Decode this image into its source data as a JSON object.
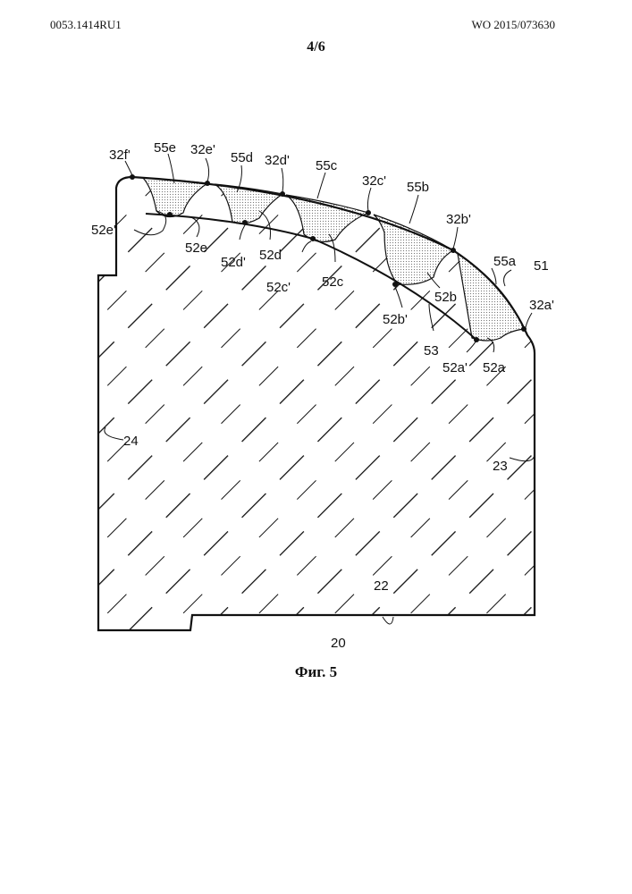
{
  "header": {
    "left": "0053.1414RU1",
    "right": "WO 2015/073630"
  },
  "sheet_number": "4/6",
  "caption": "Фиг. 5",
  "labels": {
    "l32f": "32f'",
    "l55e": "55e",
    "l32e": "32e'",
    "l55d": "55d",
    "l32d": "32d'",
    "l55c": "55c",
    "l32c": "32c'",
    "l55b": "55b",
    "l32b": "32b'",
    "l55a": "55a",
    "l51": "51",
    "l32a": "32a'",
    "l52e1": "52e'",
    "l52e": "52e",
    "l52d1": "52d'",
    "l52d": "52d",
    "l52c1": "52c'",
    "l52c": "52c",
    "l52b": "52b",
    "l52b1": "52b'",
    "l53": "53",
    "l52a1": "52a'",
    "l52a": "52a",
    "l24": "24",
    "l23": "23",
    "l22": "22",
    "l20": "20"
  }
}
